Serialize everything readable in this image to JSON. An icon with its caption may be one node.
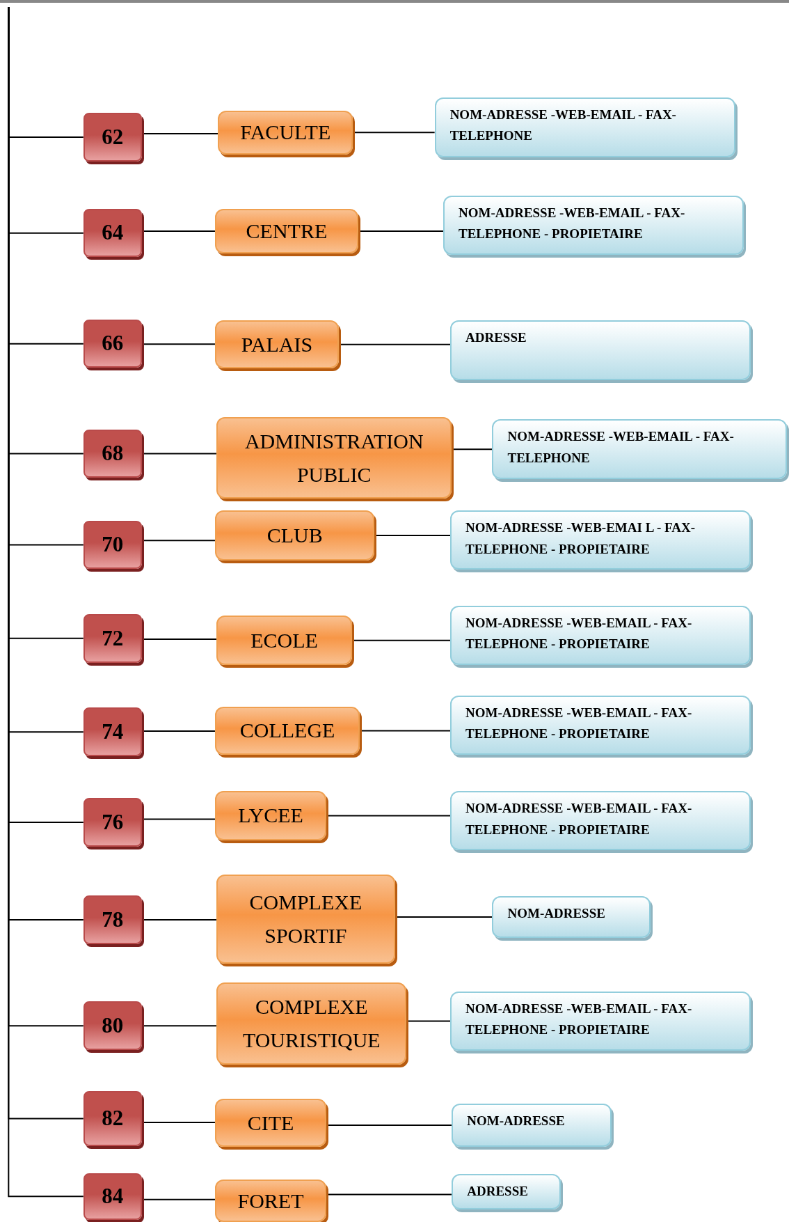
{
  "diagram": {
    "nodes": [
      {
        "text": [
          "62"
        ]
      },
      {
        "text": [
          "FACULTE"
        ]
      },
      {
        "text": [
          "NOM-ADRESSE -WEB-EMAIL - FAX- TELEPHONE"
        ]
      },
      {
        "text": [
          "64"
        ]
      },
      {
        "text": [
          "CENTRE"
        ]
      },
      {
        "text": [
          "NOM-ADRESSE -WEB-EMAIL - FAX- TELEPHONE - PROPIETAIRE"
        ]
      },
      {
        "text": [
          "66"
        ]
      },
      {
        "text": [
          "PALAIS"
        ]
      },
      {
        "text": [
          "ADRESSE"
        ]
      },
      {
        "text": [
          "68"
        ]
      },
      {
        "text": [
          "ADMINISTRATION PUBLIC"
        ]
      },
      {
        "text": [
          "NOM-ADRESSE -WEB-EMAIL - FAX- TELEPHONE"
        ]
      },
      {
        "text": [
          "70"
        ]
      },
      {
        "text": [
          "CLUB"
        ]
      },
      {
        "text": [
          "NOM-ADRESSE -WEB-EMAI L - FAX- TELEPHONE - PROPIETAIRE"
        ]
      },
      {
        "text": [
          "72"
        ]
      },
      {
        "text": [
          "ECOLE"
        ]
      },
      {
        "text": [
          "NOM-ADRESSE -WEB-EMAIL - FAX- TELEPHONE - PROPIETAIRE"
        ]
      },
      {
        "text": [
          "74"
        ]
      },
      {
        "text": [
          "COLLEGE"
        ]
      },
      {
        "text": [
          "NOM-ADRESSE -WEB-EMAIL - FAX- TELEPHONE - PROPIETAIRE"
        ]
      },
      {
        "text": [
          "76"
        ]
      },
      {
        "text": [
          "LYCEE"
        ]
      },
      {
        "text": [
          "NOM-ADRESSE -WEB-EMAIL - FAX- TELEPHONE - PROPIETAIRE"
        ]
      },
      {
        "text": [
          "78"
        ]
      },
      {
        "text": [
          "COMPLEXE SPORTIF"
        ]
      },
      {
        "text": [
          "NOM-ADRESSE"
        ]
      },
      {
        "text": [
          "80"
        ]
      },
      {
        "text": [
          "COMPLEXE TOURISTIQUE"
        ]
      },
      {
        "text": [
          "NOM-ADRESSE -WEB-EMAIL - FAX- TELEPHONE - PROPIETAIRE"
        ]
      },
      {
        "text": [
          "82"
        ]
      },
      {
        "text": [
          "CITE"
        ]
      },
      {
        "text": [
          "NOM-ADRESSE"
        ]
      },
      {
        "text": [
          "84"
        ]
      },
      {
        "text": [
          "FORET"
        ]
      },
      {
        "text": [
          "ADRESSE"
        ]
      }
    ],
    "edges": [
      {
        "from": null,
        "to": 0,
        "arrow": "none"
      },
      {
        "from": 0,
        "to": 1,
        "arrow": "none"
      },
      {
        "from": 1,
        "to": 2,
        "arrow": "none"
      },
      {
        "from": null,
        "to": 3,
        "arrow": "none"
      },
      {
        "from": 3,
        "to": 4,
        "arrow": "none"
      },
      {
        "from": 4,
        "to": 5,
        "arrow": "none"
      },
      {
        "from": null,
        "to": 6,
        "arrow": "none"
      },
      {
        "from": 6,
        "to": 7,
        "arrow": "none"
      },
      {
        "from": 7,
        "to": 8,
        "arrow": "none"
      },
      {
        "from": null,
        "to": 9,
        "arrow": "none"
      },
      {
        "from": 9,
        "to": 10,
        "arrow": "none"
      },
      {
        "from": 10,
        "to": 11,
        "arrow": "none"
      },
      {
        "from": null,
        "to": 12,
        "arrow": "none"
      },
      {
        "from": 12,
        "to": 13,
        "arrow": "none"
      },
      {
        "from": 13,
        "to": 14,
        "arrow": "none"
      },
      {
        "from": null,
        "to": 15,
        "arrow": "none"
      },
      {
        "from": 15,
        "to": 16,
        "arrow": "none"
      },
      {
        "from": 16,
        "to": 17,
        "arrow": "none"
      },
      {
        "from": null,
        "to": 18,
        "arrow": "none"
      },
      {
        "from": 18,
        "to": 19,
        "arrow": "none"
      },
      {
        "from": 19,
        "to": 20,
        "arrow": "none"
      },
      {
        "from": null,
        "to": 21,
        "arrow": "none"
      },
      {
        "from": 21,
        "to": 22,
        "arrow": "none"
      },
      {
        "from": 22,
        "to": 23,
        "arrow": "none"
      },
      {
        "from": null,
        "to": 24,
        "arrow": "none"
      },
      {
        "from": 24,
        "to": 25,
        "arrow": "none"
      },
      {
        "from": 25,
        "to": 26,
        "arrow": "none"
      },
      {
        "from": null,
        "to": 27,
        "arrow": "none"
      },
      {
        "from": 27,
        "to": 28,
        "arrow": "none"
      },
      {
        "from": 28,
        "to": 29,
        "arrow": "none"
      },
      {
        "from": null,
        "to": 30,
        "arrow": "none"
      },
      {
        "from": 30,
        "to": 31,
        "arrow": "none"
      },
      {
        "from": 31,
        "to": 32,
        "arrow": "none"
      },
      {
        "from": null,
        "to": 33,
        "arrow": "none"
      },
      {
        "from": 33,
        "to": 34,
        "arrow": "none"
      },
      {
        "from": 34,
        "to": 35,
        "arrow": "none"
      }
    ]
  }
}
